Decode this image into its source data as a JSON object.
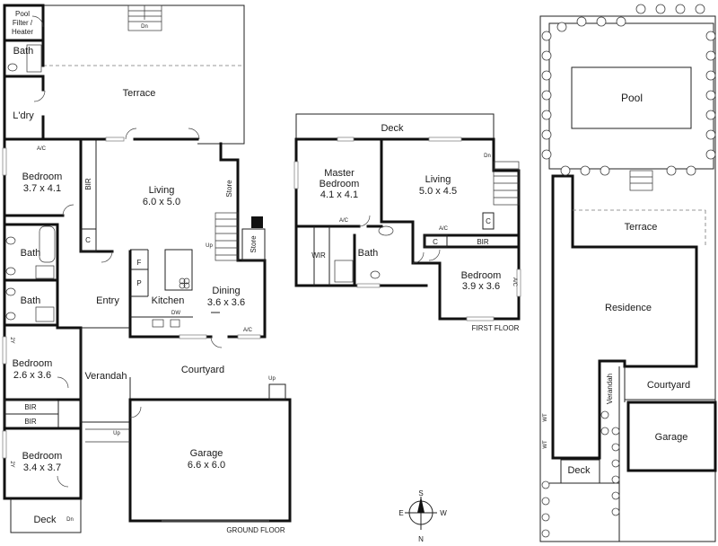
{
  "plan_labels": {
    "ground_floor": "GROUND FLOOR",
    "first_floor": "FIRST FLOOR"
  },
  "ground": {
    "pool_filter": [
      "Pool",
      "Filter /",
      "Heater"
    ],
    "bath_top": "Bath",
    "laundry": "L'dry",
    "terrace": "Terrace",
    "bedroom1": {
      "name": "Bedroom",
      "dim": "3.7 x 4.1"
    },
    "bir": "BIR",
    "living": {
      "name": "Living",
      "dim": "6.0 x 5.0"
    },
    "store1": "Store",
    "store2": "Store",
    "c_label": "C",
    "bath2": "Bath",
    "bath3": "Bath",
    "entry": "Entry",
    "kitchen": "Kitchen",
    "dining": {
      "name": "Dining",
      "dim": "3.6 x 3.6"
    },
    "f_label": "F",
    "p_label": "P",
    "dw_label": "DW",
    "ac_label": "A/C",
    "bedroom2": {
      "name": "Bedroom",
      "dim": "2.6 x 3.6"
    },
    "verandah": "Verandah",
    "courtyard": "Courtyard",
    "bir2": "BIR",
    "bir3": "BIR",
    "garage": {
      "name": "Garage",
      "dim": "6.6 x 6.0"
    },
    "bedroom3": {
      "name": "Bedroom",
      "dim": "3.4 x 3.7"
    },
    "deck": "Deck",
    "dn": "Dn",
    "up": "Up",
    "two_y": "2Y"
  },
  "first": {
    "deck": "Deck",
    "master": {
      "name1": "Master",
      "name2": "Bedroom",
      "dim": "4.1 x 4.1"
    },
    "living": {
      "name": "Living",
      "dim": "5.0 x 4.5"
    },
    "wir": "WIR",
    "bath": "Bath",
    "c_label": "C",
    "bir": "BIR",
    "bedroom": {
      "name": "Bedroom",
      "dim": "3.9 x 3.6"
    },
    "ac_label": "A/C",
    "dn": "Dn"
  },
  "site": {
    "pool": "Pool",
    "terrace": "Terrace",
    "residence": "Residence",
    "verandah": "Verandah",
    "courtyard": "Courtyard",
    "garage": "Garage",
    "deck": "Deck",
    "wt": "WT"
  },
  "compass": {
    "s": "S",
    "e": "E",
    "w": "W",
    "n": "N"
  }
}
